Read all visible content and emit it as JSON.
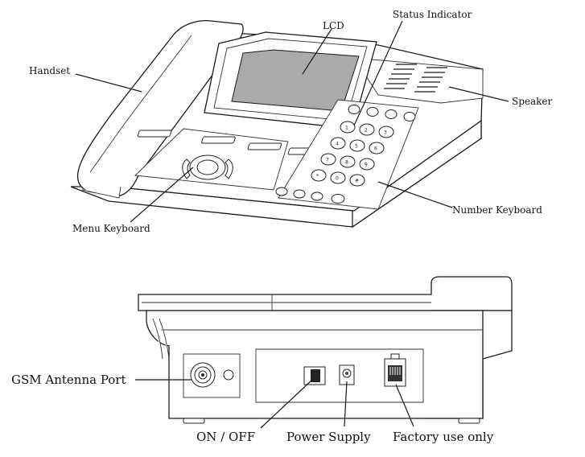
{
  "labels": {
    "handset": "Handset",
    "lcd": "LCD",
    "status_indicator": "Status Indicator",
    "speaker": "Speaker",
    "menu_keyboard": "Menu Keyboard",
    "number_keyboard": "Number Keyboard",
    "gsm_antenna_port": "GSM Antenna Port",
    "on_off": "ON / OFF",
    "power_supply": "Power Supply",
    "factory_use_only": "Factory use only"
  },
  "keypad": {
    "keys": [
      "1",
      "2",
      "3",
      "4",
      "5",
      "6",
      "7",
      "8",
      "9",
      "*",
      "0",
      "#"
    ]
  },
  "colors": {
    "line": "#1a1a1a",
    "lcd_screen": "#aaaaaa",
    "switch": "#222222",
    "jack": "#444444"
  }
}
